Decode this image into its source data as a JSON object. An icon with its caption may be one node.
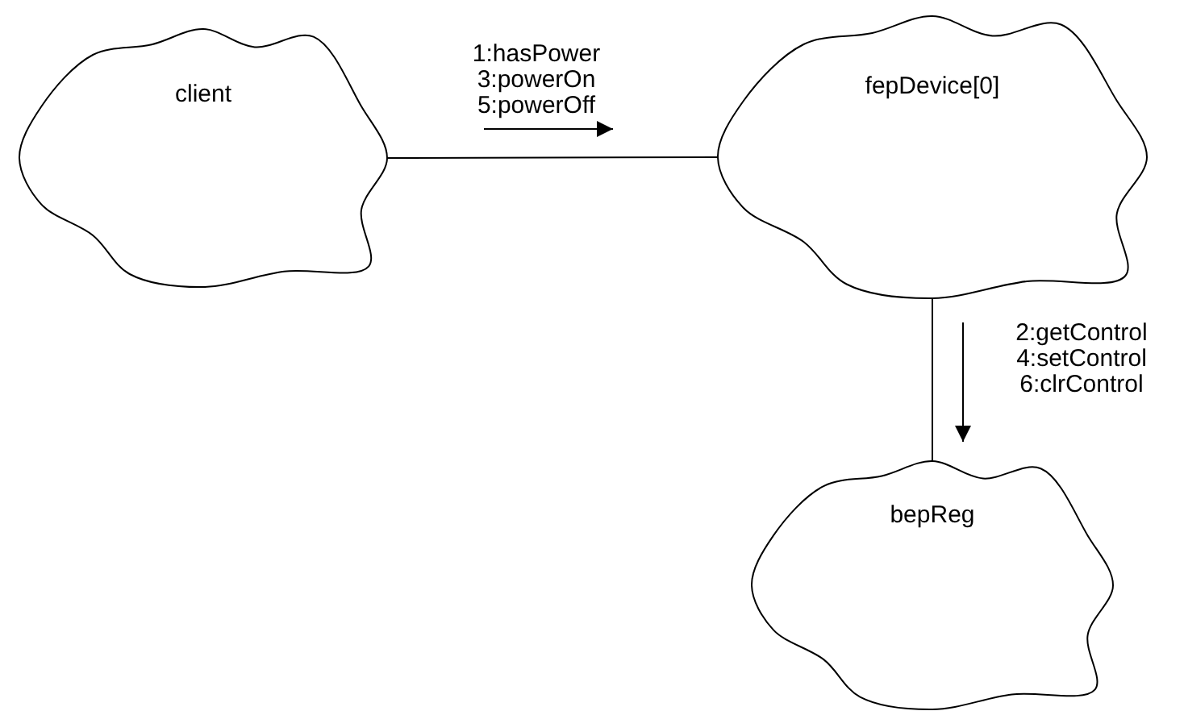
{
  "diagram": {
    "nodes": [
      {
        "text": [
          "client"
        ]
      },
      {
        "text": [
          "fepDevice[0]"
        ]
      },
      {
        "text": [
          "bepReg"
        ]
      }
    ],
    "edges": [
      {
        "from": 0,
        "to": 1,
        "arrow": "none",
        "label": "1:hasPower 3:powerOn 5:powerOff"
      },
      {
        "from": 1,
        "to": 2,
        "arrow": "none",
        "label": "2:getControl 4:setControl 6:clrControl"
      }
    ]
  }
}
